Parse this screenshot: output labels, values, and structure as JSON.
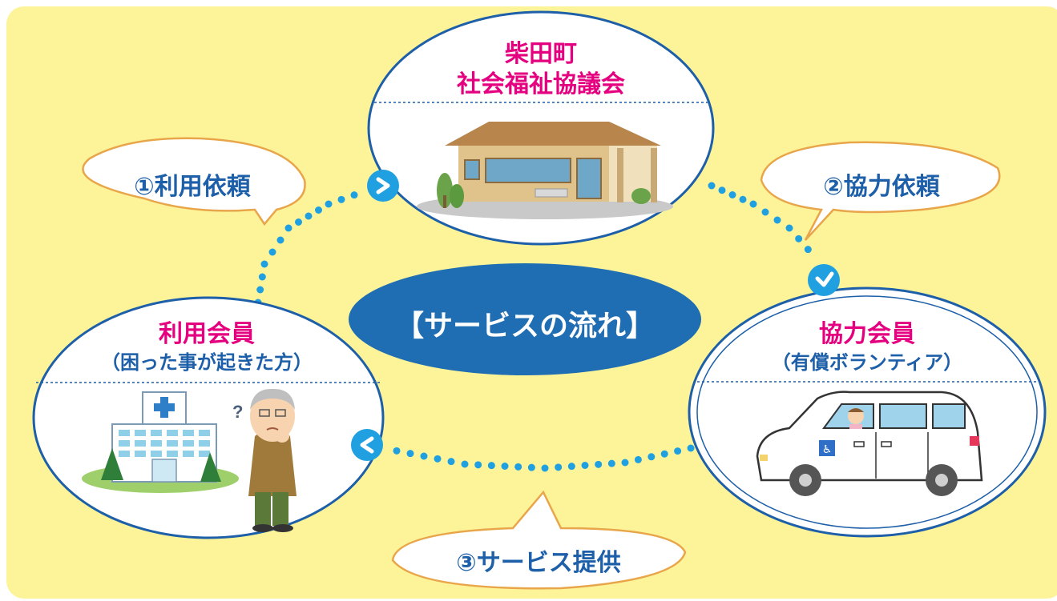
{
  "title": "【サービスの流れ】",
  "council": {
    "line1": "柴田町",
    "line2": "社会福祉協議会"
  },
  "user_member": {
    "title": "利用会員",
    "subtitle": "（困った事が起きた方）"
  },
  "helper_member": {
    "title": "協力会員",
    "subtitle": "（有償ボランティア）"
  },
  "steps": {
    "step1": "①利用依頼",
    "step2": "②協力依頼",
    "step3": "③サービス提供"
  },
  "colors": {
    "background_panel": "#fdf49a",
    "circle_border": "#1d5fa8",
    "title_oval": "#1f6db3",
    "heading_text": "#e4007f",
    "step_text": "#1d5fa8",
    "callout_border": "#e9a54a",
    "dots": "#20a0e0"
  },
  "icons": {
    "arrow_1": "chevron-right-icon",
    "arrow_2": "chevron-down-icon",
    "arrow_3": "chevron-left-icon",
    "building": "welfare-office-building-icon",
    "hospital": "hospital-icon",
    "person": "confused-elderly-man-icon",
    "van": "wheelchair-van-icon",
    "accessibility": "wheelchair-symbol-icon"
  }
}
